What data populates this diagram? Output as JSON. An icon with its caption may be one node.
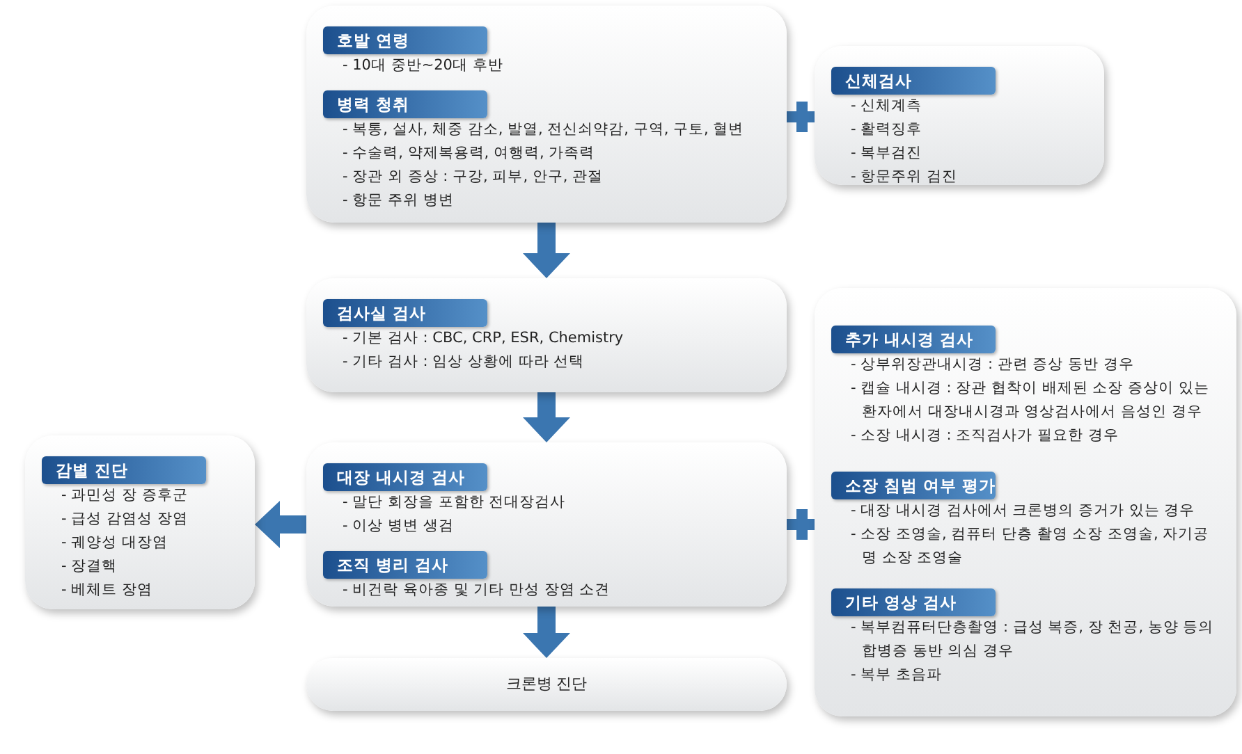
{
  "diagram": {
    "nodes": [
      {
        "text": [
          "호발 연령",
          "- 10대 중반~20대 후반",
          "병력 청취",
          "- 복통, 설사, 체중 감소, 발열, 전신쇠약감, 구역, 구토, 혈변",
          "- 수술력, 약제복용력, 여행력, 가족력",
          "- 장관 외 증상 : 구강, 피부, 안구, 관절",
          "- 항문 주위 병변"
        ]
      },
      {
        "text": [
          "신체검사",
          "- 신체계측",
          "- 활력징후",
          "- 복부검진",
          "- 항문주위 검진"
        ]
      },
      {
        "text": [
          "검사실 검사",
          "- 기본 검사 : CBC, CRP, ESR, Chemistry",
          "- 기타 검사 : 임상 상황에 따라 선택"
        ]
      },
      {
        "text": [
          "대장 내시경 검사",
          "- 말단 회장을 포함한 전대장검사",
          "- 이상 병변 생검",
          "조직 병리 검사",
          "- 비건락 육아종 및 기타 만성 장염 소견"
        ]
      },
      {
        "text": [
          "크론병 진단"
        ]
      },
      {
        "text": [
          "감별 진단",
          "- 과민성 장 증후군",
          "- 급성 감염성 장염",
          "- 궤양성 대장염",
          "- 장결핵",
          "- 베체트 장염"
        ]
      },
      {
        "text": [
          "추가 내시경 검사",
          "- 상부위장관내시경 : 관련 증상 동반 경우",
          "- 캡슐 내시경 : 장관 협착이 배제된 소장 증상이 있는 환자에서 대장내시경과 영상검사에서 음성인 경우",
          "- 소장 내시경 : 조직검사가 필요한 경우",
          "소장 침범 여부 평가",
          "- 대장 내시경 검사에서 크론병의 증거가 있는 경우",
          "- 소장 조영술, 컴퓨터 단층 촬영 소장 조영술, 자기공명 소장 조영술",
          "기타 영상 검사",
          "- 복부컴퓨터단층촬영 : 급성 복증, 장 천공, 농양 등의 합병증 동반 의심 경우",
          "- 복부 초음파"
        ]
      }
    ],
    "edges": [
      {
        "from": 0,
        "to": 2,
        "arrow": "to"
      },
      {
        "from": 2,
        "to": 3,
        "arrow": "to"
      },
      {
        "from": 3,
        "to": 4,
        "arrow": "to"
      },
      {
        "from": 3,
        "to": 5,
        "arrow": "to"
      }
    ]
  }
}
